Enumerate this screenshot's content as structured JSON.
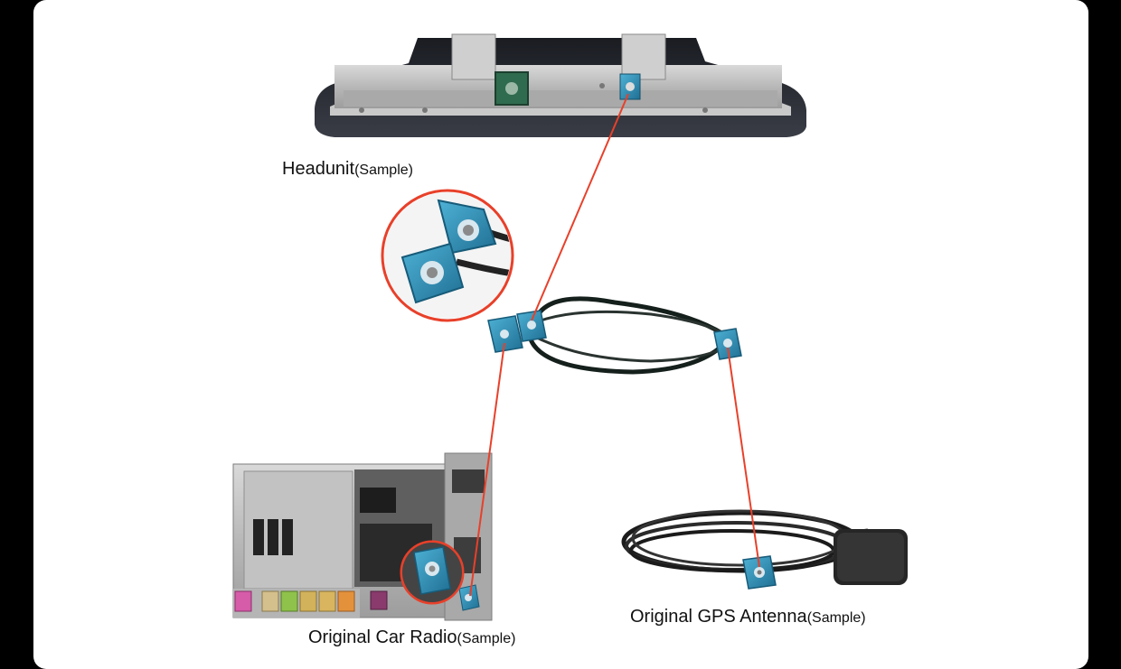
{
  "labels": {
    "headunit": {
      "main": "Headunit",
      "sub": "(Sample)"
    },
    "car_radio": {
      "main": "Original Car Radio",
      "sub": "(Sample)"
    },
    "gps_antenna": {
      "main": "Original GPS Antenna",
      "sub": "(Sample)"
    }
  },
  "colors": {
    "connector_blue": "#2f8fb5",
    "connector_blue_dark": "#1f6f93",
    "guide_line": "#e8402a",
    "cable": "#15201c"
  }
}
